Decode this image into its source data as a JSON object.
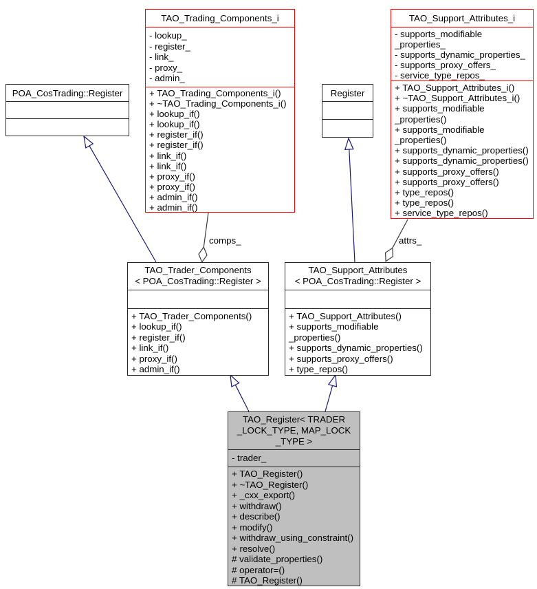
{
  "diagram": {
    "kind": "uml-class-collaboration-graph",
    "colors": {
      "red_border": "#ff0000",
      "dark_border": "#282828",
      "inheritance_arrow": "#191970",
      "aggregation_edge": "#3a3a3a",
      "highlight_fill": "#bfbfbf",
      "box_fill": "#ffffff"
    },
    "classes": {
      "poa_register": {
        "title": "POA_CosTrading::Register",
        "attributes": [],
        "methods": []
      },
      "trading_components_i": {
        "title": "TAO_Trading_Components_i",
        "attributes": [
          "- lookup_",
          "- register_",
          "- link_",
          "- proxy_",
          "- admin_"
        ],
        "methods": [
          "+ TAO_Trading_Components_i()",
          "+ ~TAO_Trading_Components_i()",
          "+ lookup_if()",
          "+ lookup_if()",
          "+ register_if()",
          "+ register_if()",
          "+ link_if()",
          "+ link_if()",
          "+ proxy_if()",
          "+ proxy_if()",
          "+ admin_if()",
          "+ admin_if()"
        ]
      },
      "register": {
        "title": "Register",
        "attributes": [],
        "methods": []
      },
      "support_attributes_i": {
        "title": "TAO_Support_Attributes_i",
        "attributes": [
          "- supports_modifiable",
          "_properties_",
          "- supports_dynamic_properties_",
          "- supports_proxy_offers_",
          "- service_type_repos_"
        ],
        "methods": [
          "+ TAO_Support_Attributes_i()",
          "+ ~TAO_Support_Attributes_i()",
          "+ supports_modifiable",
          "_properties()",
          "+ supports_modifiable",
          "_properties()",
          "+ supports_dynamic_properties()",
          "+ supports_dynamic_properties()",
          "+ supports_proxy_offers()",
          "+ supports_proxy_offers()",
          "+ type_repos()",
          "+ type_repos()",
          "+ service_type_repos()"
        ]
      },
      "trader_components": {
        "title_lines": [
          "TAO_Trader_Components",
          "< POA_CosTrading::Register >"
        ],
        "attributes": [],
        "methods": [
          "+ TAO_Trader_Components()",
          "+ lookup_if()",
          "+ register_if()",
          "+ link_if()",
          "+ proxy_if()",
          "+ admin_if()"
        ]
      },
      "support_attributes": {
        "title_lines": [
          "TAO_Support_Attributes",
          "< POA_CosTrading::Register >"
        ],
        "attributes": [],
        "methods": [
          "+ TAO_Support_Attributes()",
          "+ supports_modifiable",
          "_properties()",
          "+ supports_dynamic_properties()",
          "+ supports_proxy_offers()",
          "+ type_repos()"
        ]
      },
      "tao_register": {
        "title_lines": [
          "TAO_Register< TRADER",
          "_LOCK_TYPE, MAP_LOCK",
          "_TYPE >"
        ],
        "attributes": [
          "- trader_"
        ],
        "methods": [
          "+ TAO_Register()",
          "+ ~TAO_Register()",
          "+ _cxx_export()",
          "+ withdraw()",
          "+ describe()",
          "+ modify()",
          "+ withdraw_using_constraint()",
          "+ resolve()",
          "# validate_properties()",
          "# operator=()",
          "# TAO_Register()"
        ]
      }
    },
    "edge_labels": {
      "comps": "comps_",
      "attrs": "attrs_"
    }
  }
}
